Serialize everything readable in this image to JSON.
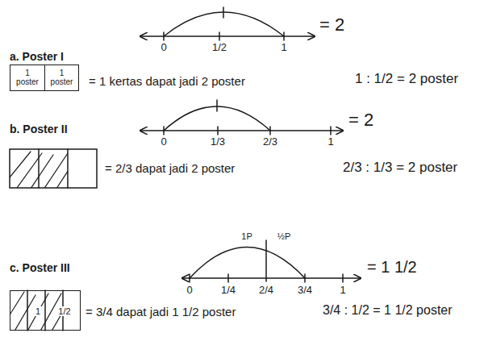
{
  "diagram": {
    "nodes": [
      {
        "text": [
          "1 poster",
          "1 poster"
        ]
      },
      {
        "text": [
          "1",
          "1/2"
        ]
      }
    ],
    "labels": [
      "a. Poster I",
      "0",
      "1/2",
      "1",
      "= 2",
      "= 1 kertas dapat jadi 2 poster",
      "1 : 1/2 = 2 poster",
      "b. Poster II",
      "0",
      "1/3",
      "2/3",
      "1",
      "= 2",
      "= 2/3 dapat jadi 2 poster",
      "2/3 : 1/3 = 2 poster",
      "c. Poster III",
      "1P",
      "½P",
      "0",
      "1/4",
      "2/4",
      "3/4",
      "1",
      "= 1 1/2",
      "= 3/4 dapat jadi 1 1/2 poster",
      "3/4 : 1/2 = 1 1/2 poster"
    ]
  }
}
